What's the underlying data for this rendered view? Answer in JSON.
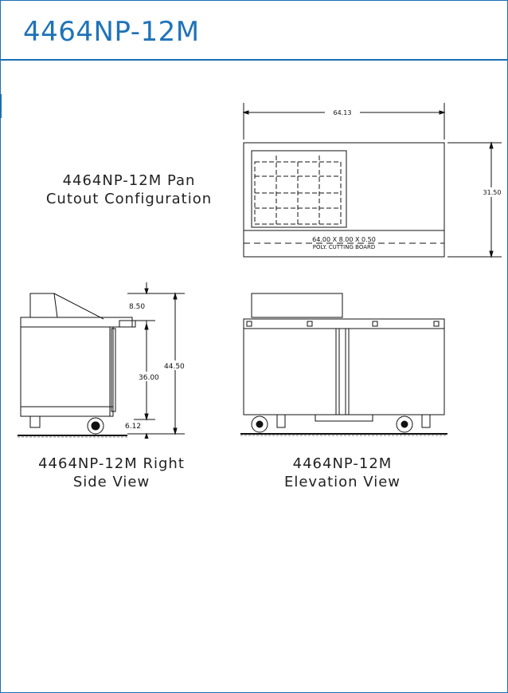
{
  "header": {
    "title": "4464NP-12M"
  },
  "captions": {
    "pan_line1": "4464NP-12M Pan",
    "pan_line2": "Cutout Configuration",
    "side_line1": "4464NP-12M Right",
    "side_line2": "Side View",
    "elev_line1": "4464NP-12M",
    "elev_line2": "Elevation View"
  },
  "drawings": {
    "pan": {
      "width": "64.13",
      "depth": "31.50",
      "board_line1": "64.00 X 8.00 X 0.50",
      "board_line2": "POLY. CUTTING BOARD"
    },
    "side": {
      "top": "8.50",
      "height": "44.50",
      "work": "36.00",
      "caster": "6.12"
    }
  },
  "colors": {
    "accent": "#1f73b8",
    "line": "#111111"
  }
}
